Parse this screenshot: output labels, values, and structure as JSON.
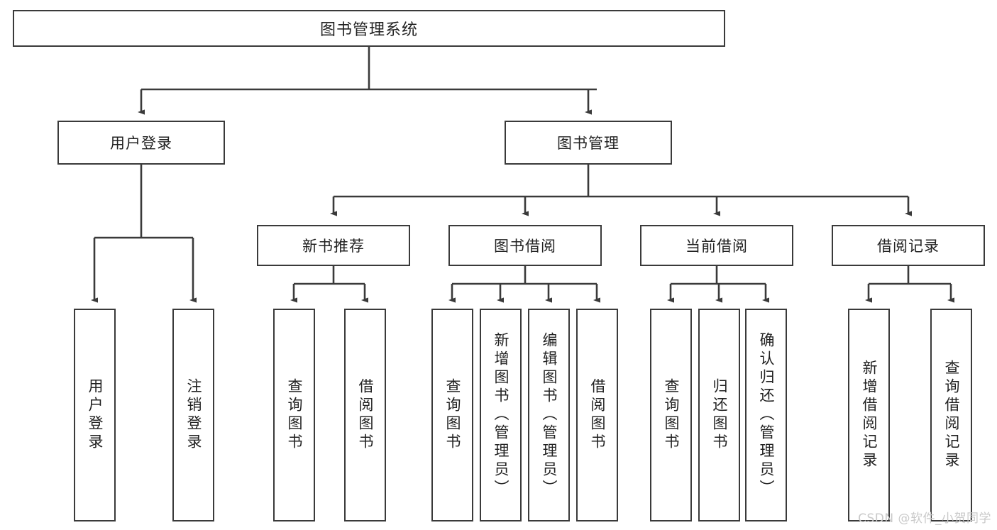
{
  "diagram": {
    "type": "tree-hierarchy-chart",
    "title": "图书管理系统",
    "watermark": "CSDN @软件_小贺同学",
    "colors": {
      "box_border": "#3a3a3a",
      "box_fill": "#ffffff",
      "edge": "#3a3a3a",
      "text": "#222222",
      "watermark": "#c9c9c9",
      "background": "#ffffff"
    },
    "nodes": {
      "root": {
        "label": "图书管理系统"
      },
      "level2": [
        {
          "label": "用户登录"
        },
        {
          "label": "图书管理"
        }
      ],
      "level3": [
        {
          "label": "新书推荐"
        },
        {
          "label": "图书借阅"
        },
        {
          "label": "当前借阅"
        },
        {
          "label": "借阅记录"
        }
      ],
      "leaves": {
        "user_login": [
          {
            "label": "用户登录"
          },
          {
            "label": "注销登录"
          }
        ],
        "new_book_recommend": [
          {
            "label": "查询图书"
          },
          {
            "label": "借阅图书"
          }
        ],
        "book_borrow": [
          {
            "label": "查询图书"
          },
          {
            "label": "新增图书（管理员）"
          },
          {
            "label": "编辑图书（管理员）"
          },
          {
            "label": "借阅图书"
          }
        ],
        "current_borrow": [
          {
            "label": "查询图书"
          },
          {
            "label": "归还图书"
          },
          {
            "label": "确认归还（管理员）"
          }
        ],
        "borrow_record": [
          {
            "label": "新增借阅记录"
          },
          {
            "label": "查询借阅记录"
          }
        ]
      }
    }
  }
}
